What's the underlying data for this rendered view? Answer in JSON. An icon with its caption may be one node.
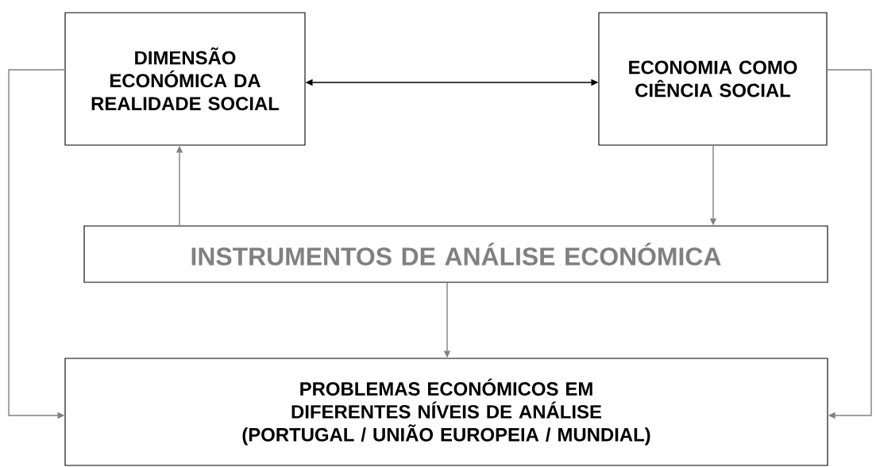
{
  "diagram": {
    "nodes": [
      {
        "text": [
          "DIMENSÃO ECONÓMICA DA REALIDADE SOCIAL"
        ]
      },
      {
        "text": [
          "ECONOMIA COMO CIÊNCIA SOCIAL"
        ]
      },
      {
        "text": [
          "INSTRUMENTOS DE ANÁLISE ECONÓMICA"
        ]
      },
      {
        "text": [
          "PROBLEMAS ECONÓMICOS EM DIFERENTES NÍVEIS DE ANÁLISE (PORTUGAL / UNIÃO EUROPEIA / MUNDIAL)"
        ]
      }
    ],
    "edges": [
      {
        "from": 0,
        "to": 1,
        "arrow": "both",
        "color": "#000000"
      },
      {
        "from": 2,
        "to": 0,
        "arrow": "to"
      },
      {
        "from": 1,
        "to": 2,
        "arrow": "to"
      },
      {
        "from": 2,
        "to": 3,
        "arrow": "to"
      },
      {
        "from": 0,
        "to": 3,
        "arrow": "to"
      },
      {
        "from": 1,
        "to": 3,
        "arrow": "to"
      }
    ]
  }
}
